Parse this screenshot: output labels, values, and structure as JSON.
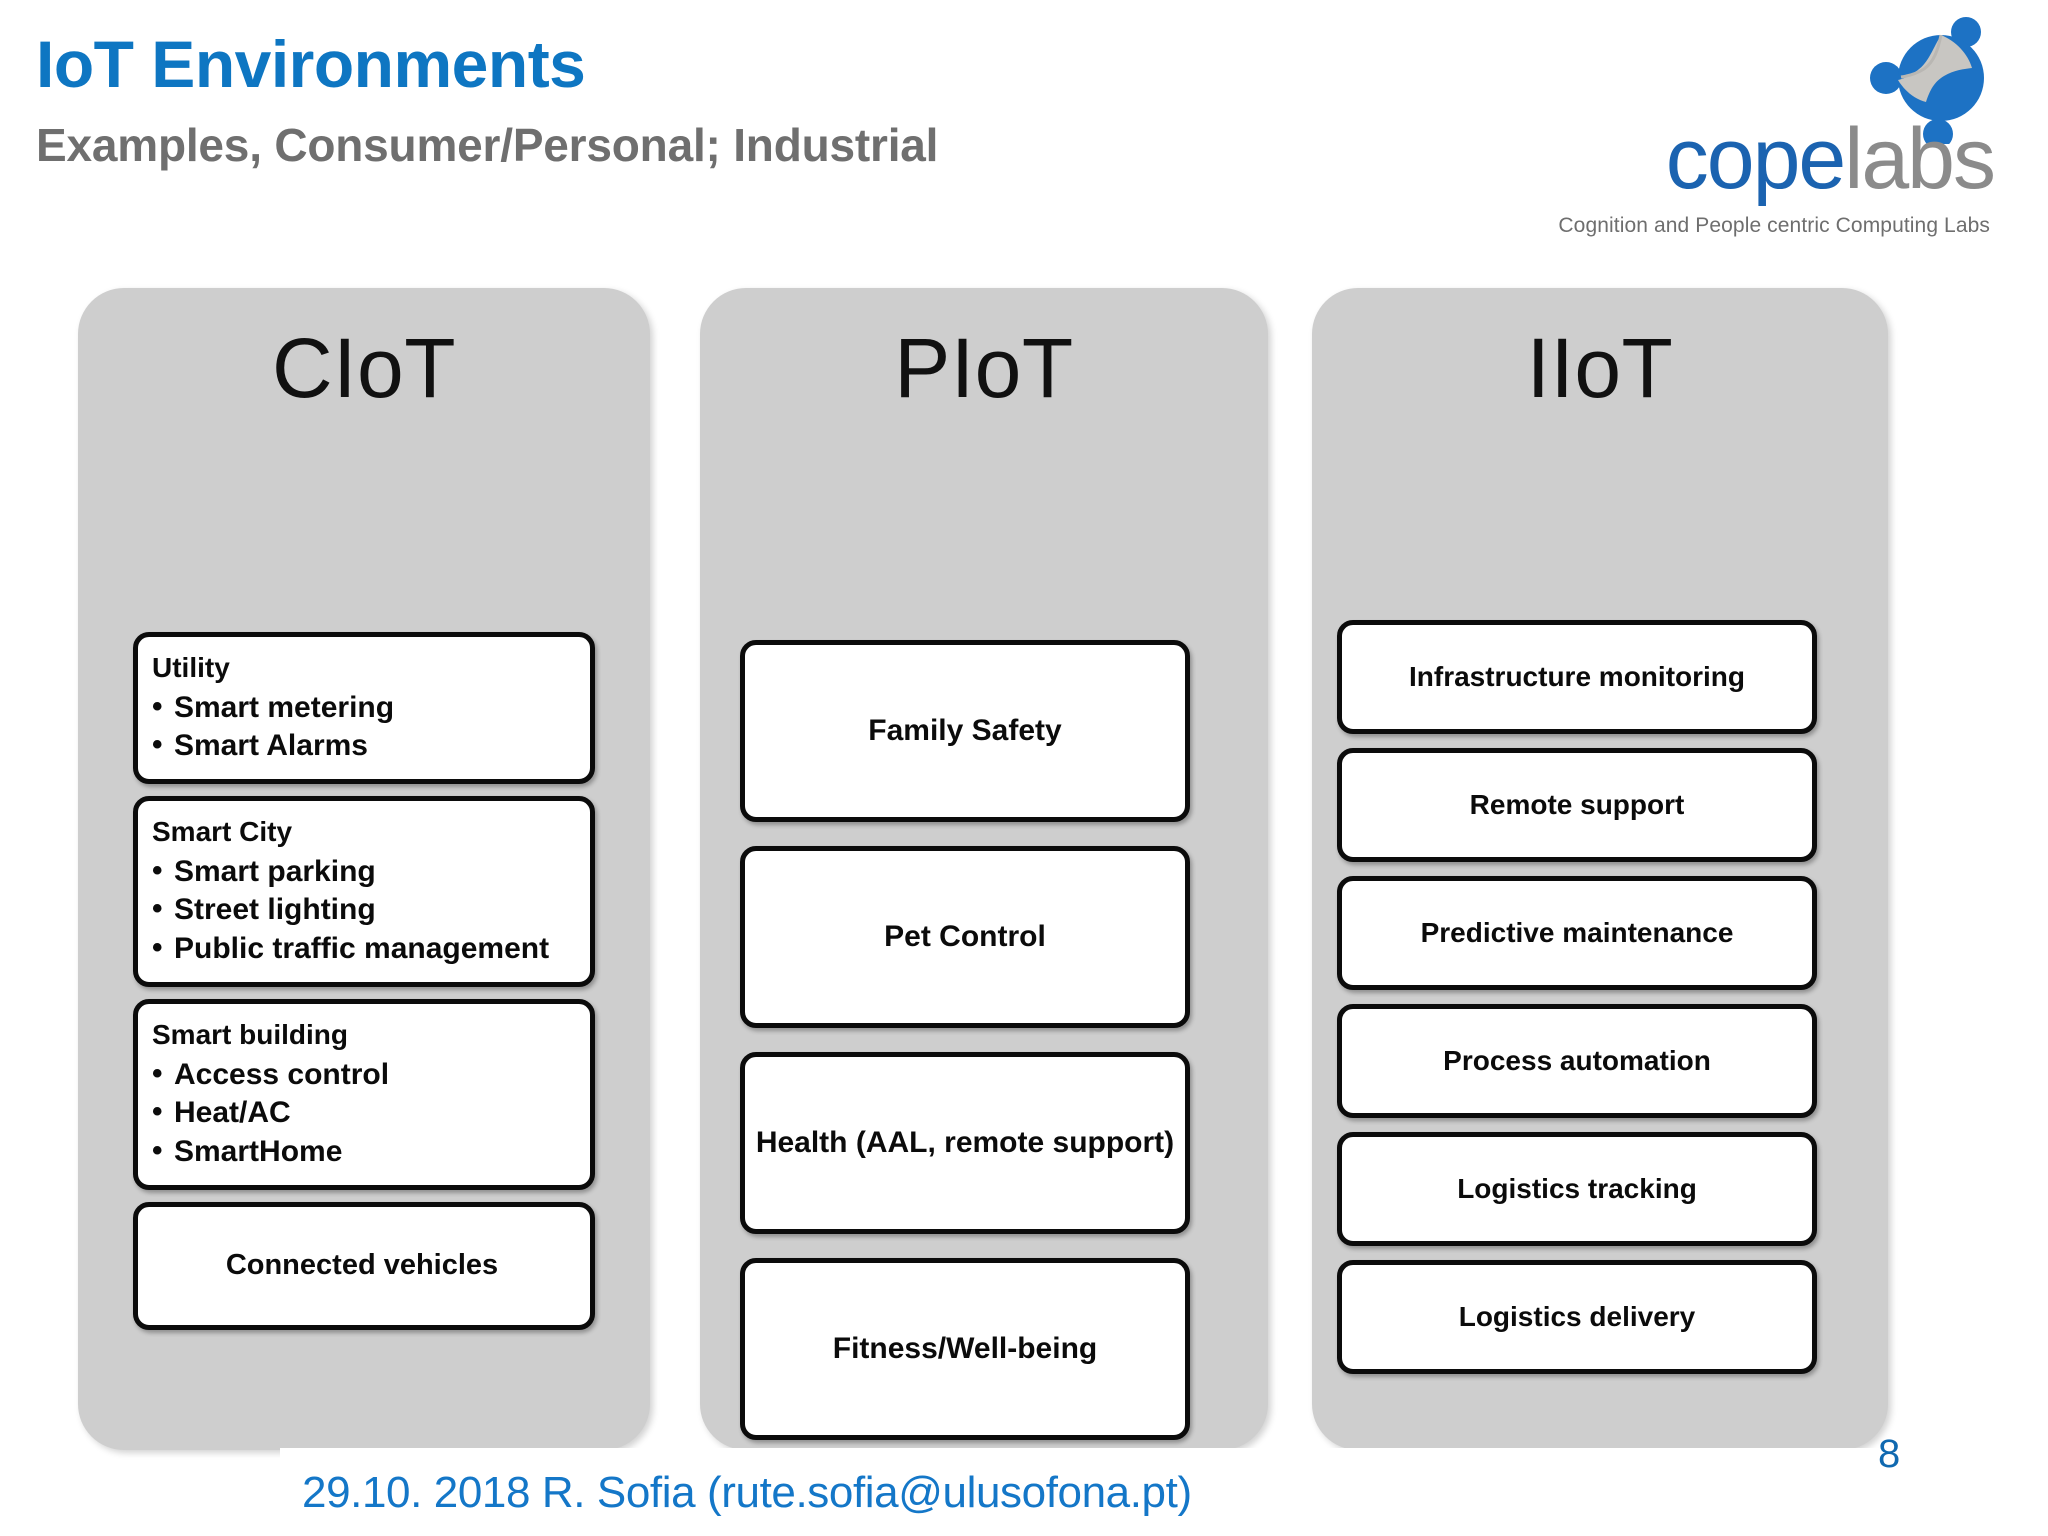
{
  "header": {
    "title": "IoT Environments",
    "subtitle": "Examples, Consumer/Personal; Industrial",
    "title_color": "#0E76C2",
    "subtitle_color": "#6F6F6F"
  },
  "logo": {
    "word_primary": "cope",
    "word_secondary": "labs",
    "tagline": "Cognition and People centric Computing Labs",
    "primary_color": "#1B63B0",
    "secondary_color": "#8B8B8B",
    "mark_name": "copelabs-swirl-icon"
  },
  "columns": [
    {
      "heading": "CIoT",
      "boxes": [
        {
          "kind": "list",
          "title": "Utility",
          "items": [
            "Smart metering",
            "Smart Alarms"
          ]
        },
        {
          "kind": "list",
          "title": "Smart City",
          "items": [
            "Smart parking",
            "Street lighting",
            "Public traffic management"
          ]
        },
        {
          "kind": "list",
          "title": "Smart building",
          "items": [
            "Access control",
            "Heat/AC",
            "SmartHome"
          ]
        },
        {
          "kind": "center",
          "label": "Connected vehicles"
        }
      ]
    },
    {
      "heading": "PIoT",
      "boxes": [
        {
          "kind": "center",
          "label": "Family Safety"
        },
        {
          "kind": "center",
          "label": "Pet Control"
        },
        {
          "kind": "center",
          "label": "Health (AAL, remote support)"
        },
        {
          "kind": "center",
          "label": "Fitness/Well-being"
        }
      ]
    },
    {
      "heading": "IIoT",
      "boxes": [
        {
          "kind": "center",
          "label": "Infrastructure monitoring"
        },
        {
          "kind": "center",
          "label": "Remote support"
        },
        {
          "kind": "center",
          "label": "Predictive maintenance"
        },
        {
          "kind": "center",
          "label": "Process automation"
        },
        {
          "kind": "center",
          "label": "Logistics tracking"
        },
        {
          "kind": "center",
          "label": "Logistics delivery"
        }
      ]
    }
  ],
  "footer": {
    "text": "29.10. 2018    R. Sofia (rute.sofia@ulusofona.pt)",
    "color": "#1477C8"
  },
  "page_number": "8",
  "panel_color": "#CECECE"
}
